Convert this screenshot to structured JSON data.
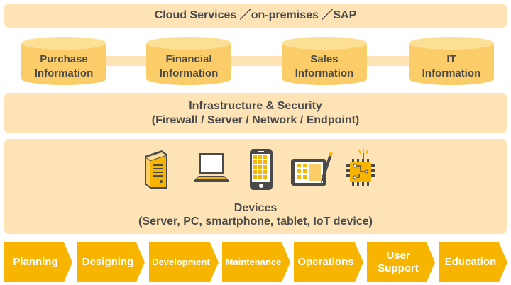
{
  "top_band": {
    "label": "Cloud Services ／on-premises ／SAP"
  },
  "databases": [
    {
      "label": "Purchase\nInformation"
    },
    {
      "label": "Financial\nInformation"
    },
    {
      "label": "Sales\nInformation"
    },
    {
      "label": "IT\nInformation"
    }
  ],
  "infrastructure": {
    "line1": "Infrastructure & Security",
    "line2": "(Firewall / Server / Network / Endpoint)"
  },
  "devices": {
    "line1": "Devices",
    "line2": "(Server, PC, smartphone, tablet, IoT device)",
    "icons": [
      "server-icon",
      "laptop-icon",
      "smartphone-icon",
      "tablet-icon",
      "iot-chip-icon"
    ]
  },
  "process": [
    {
      "label": "Planning"
    },
    {
      "label": "Designing"
    },
    {
      "label": "Development"
    },
    {
      "label": "Maintenance"
    },
    {
      "label": "Operations"
    },
    {
      "label": "User\nSupport"
    },
    {
      "label": "Education"
    }
  ],
  "colors": {
    "band": "#fde3b5",
    "accent": "#f7b400",
    "db_fill": "#fbcd68",
    "db_top": "#fddf95",
    "text": "#4a4a4a"
  }
}
